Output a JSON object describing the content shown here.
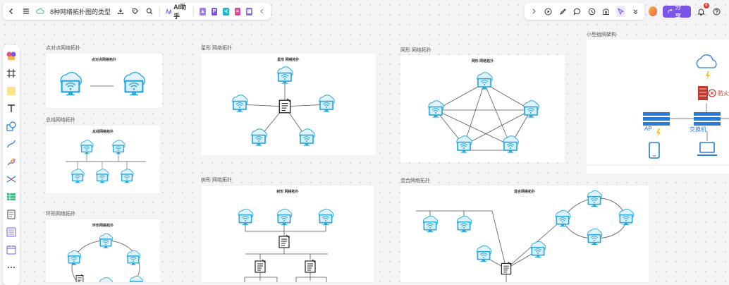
{
  "document": {
    "title": "8种网络拓扑图的类型"
  },
  "toolbar": {
    "ai_label": "AI助手",
    "share_label": "分享",
    "notification_count": "6"
  },
  "colors": {
    "accent": "#7b54e8",
    "node_blue": "#29a8de",
    "warning": "#f7c12b",
    "firewall": "#c0392b"
  },
  "sections": {
    "p2p": {
      "label": "点对点网络拓扑",
      "title": "点对点网络拓扑"
    },
    "bus": {
      "label": "总线网络拓扑",
      "title": "总线网络拓扑"
    },
    "ring": {
      "label": "环形网络拓扑",
      "title": "环形网络拓扑"
    },
    "star": {
      "label": "星形 网络拓扑",
      "title": "星形 网络拓扑"
    },
    "tree": {
      "label": "树形 网络拓扑",
      "title": "树形 网络拓扑"
    },
    "mesh": {
      "label": "网形 网络拓扑",
      "title": "网形 网络拓扑"
    },
    "hybrid": {
      "label": "混合网络拓扑",
      "title": "混合网络拓扑"
    },
    "small": {
      "label": "小型组网架构",
      "ap_label": "AP",
      "switch_label": "交换机",
      "firewall_label": "防火"
    }
  },
  "icons": {
    "back": "chevron-left-icon",
    "menu": "menu-icon",
    "cloud": "cloud-sync-icon",
    "download": "download-icon",
    "tag": "tag-icon",
    "search": "search-icon",
    "more": "chevron-right-icon",
    "play": "play-icon",
    "comment": "comment-icon",
    "history": "history-icon",
    "bell": "bell-icon",
    "help": "help-icon"
  }
}
